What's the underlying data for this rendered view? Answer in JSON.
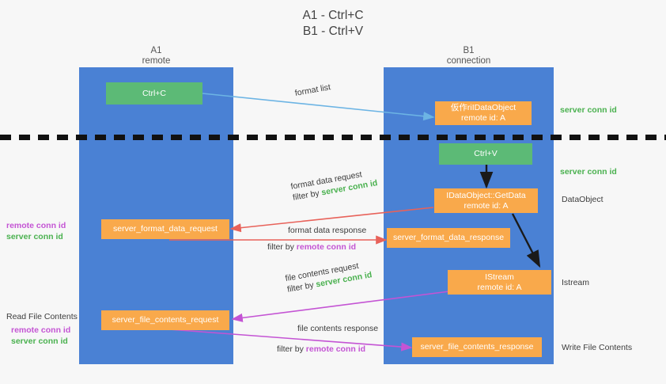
{
  "title": {
    "line1": "A1 - Ctrl+C",
    "line2": "B1 - Ctrl+V"
  },
  "lanes": [
    {
      "name": "A1",
      "sub": "remote"
    },
    {
      "name": "B1",
      "sub": "connection"
    }
  ],
  "boxes": {
    "ctrl_c": "Ctrl+C",
    "ctrl_v": "Ctrl+V",
    "idataobject": {
      "line1": "仮作riIDataObject",
      "line2": "remote id: A"
    },
    "getdata": {
      "line1": "IDataObject::GetData",
      "line2": "remote id: A"
    },
    "istream": {
      "line1": "IStream",
      "line2": "remote id: A"
    },
    "format_data_request": "server_format_data_request",
    "format_data_response": "server_format_data_response",
    "file_contents_request": "server_file_contents_request",
    "file_contents_response": "server_file_contents_response"
  },
  "edge_labels": {
    "format_list": "format list",
    "fdr_line1": "format data request",
    "fdr_filter_prefix": "filter by ",
    "fdr_filter_value": "server conn id",
    "fdresp_line1": "format data response",
    "fdresp_filter_prefix": "filter by ",
    "fdresp_filter_value": "remote conn id",
    "fcr_line1": "file contents request",
    "fcr_filter_prefix": "filter by ",
    "fcr_filter_value": "server conn id",
    "fcresp_line1": "file contents response",
    "fcresp_filter_prefix": "filter by ",
    "fcresp_filter_value": "remote conn id"
  },
  "left_notes": {
    "conn_remote": "remote conn id",
    "conn_server": "server conn id",
    "read_file_contents": "Read File Contents",
    "conn_remote_2": "remote conn id",
    "conn_server_2": "server conn id"
  },
  "right_notes": {
    "server_conn_top": "server conn id",
    "server_conn_mid": "server conn id",
    "dataobject": "DataObject",
    "istream": "Istream",
    "write_file_contents": "Write File Contents"
  },
  "colors": {
    "lane": "#4a81d4",
    "orange": "#f9a94b",
    "green": "#5cba76",
    "green_text": "#4ab14f",
    "magenta_text": "#c454d4",
    "arrow_blue": "#6cb4e4",
    "arrow_red": "#e8625a",
    "arrow_magenta": "#c454d4",
    "arrow_black": "#1a1a1a",
    "background": "#f7f7f7"
  }
}
